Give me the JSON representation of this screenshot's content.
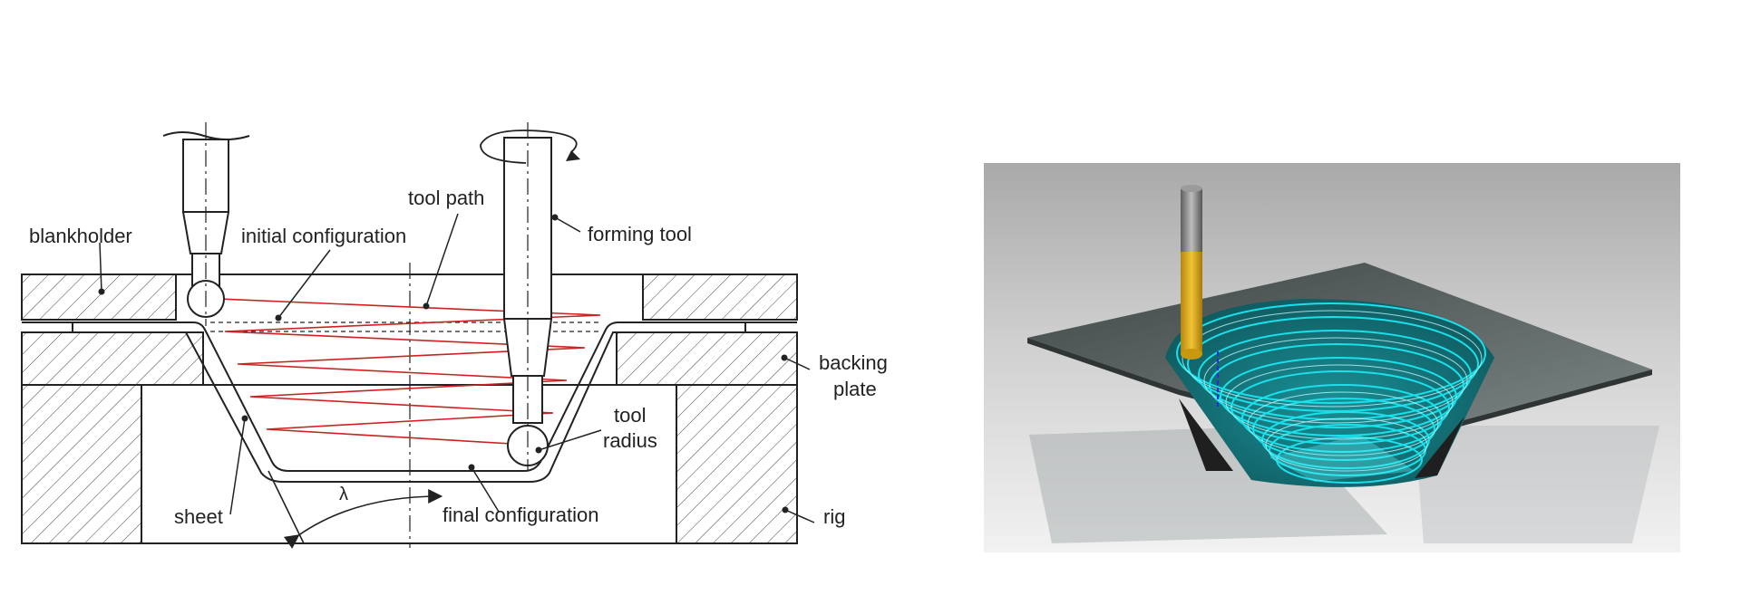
{
  "labels": {
    "blankholder": "blankholder",
    "initial_configuration": "initial configuration",
    "tool_path": "tool path",
    "forming_tool": "forming tool",
    "backing_plate_line1": "backing",
    "backing_plate_line2": "plate",
    "tool_radius_line1": "tool",
    "tool_radius_line2": "radius",
    "sheet": "sheet",
    "final_configuration": "final configuration",
    "rig": "rig",
    "angle_symbol": "λ"
  },
  "colors": {
    "line": "#222222",
    "tool_path": "#cc2222",
    "render_toolpath": "#19e0ea",
    "tool_body": "#e6b21a",
    "tool_shank": "#8a8a8a",
    "render_background": "#b8b8b8"
  }
}
